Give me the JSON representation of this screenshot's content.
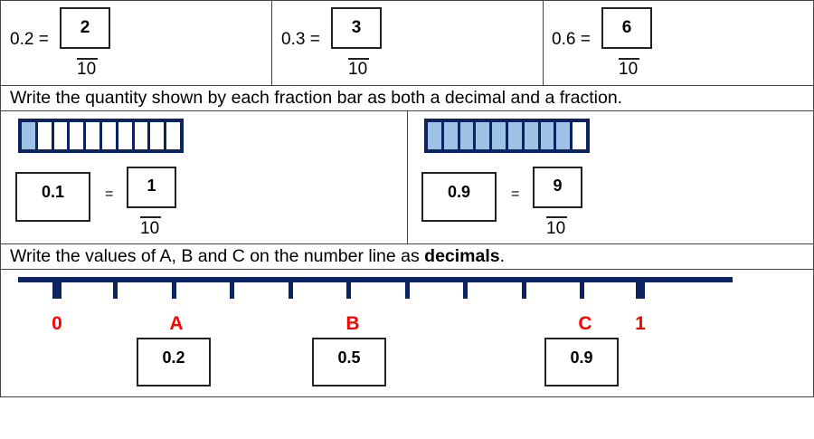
{
  "row1": {
    "items": [
      {
        "decimal_label": "0.2 =",
        "numerator": "2",
        "denominator": "10"
      },
      {
        "decimal_label": "0.3 =",
        "numerator": "3",
        "denominator": "10"
      },
      {
        "decimal_label": "0.6 =",
        "numerator": "6",
        "denominator": "10"
      }
    ]
  },
  "instruction1": "Write the quantity shown by each fraction bar as both a decimal and a fraction.",
  "fraction_bars": [
    {
      "filled": 1,
      "total": 10,
      "decimal": "0.1",
      "equals": "=",
      "numerator": "1",
      "denominator": "10"
    },
    {
      "filled": 9,
      "total": 10,
      "decimal": "0.9",
      "equals": "=",
      "numerator": "9",
      "denominator": "10"
    }
  ],
  "instruction2": {
    "text": "Write the values of A, B and C on the number line as ",
    "bold": "decimals",
    "end": "."
  },
  "number_line": {
    "start_label": "0",
    "end_label": "1",
    "markers": [
      {
        "label": "A",
        "answer": "0.2"
      },
      {
        "label": "B",
        "answer": "0.5"
      },
      {
        "label": "C",
        "answer": "0.9"
      }
    ]
  },
  "colors": {
    "bar_dark": "#0b2461",
    "bar_fill": "#9dc3e6",
    "label_red": "#ff0000"
  }
}
